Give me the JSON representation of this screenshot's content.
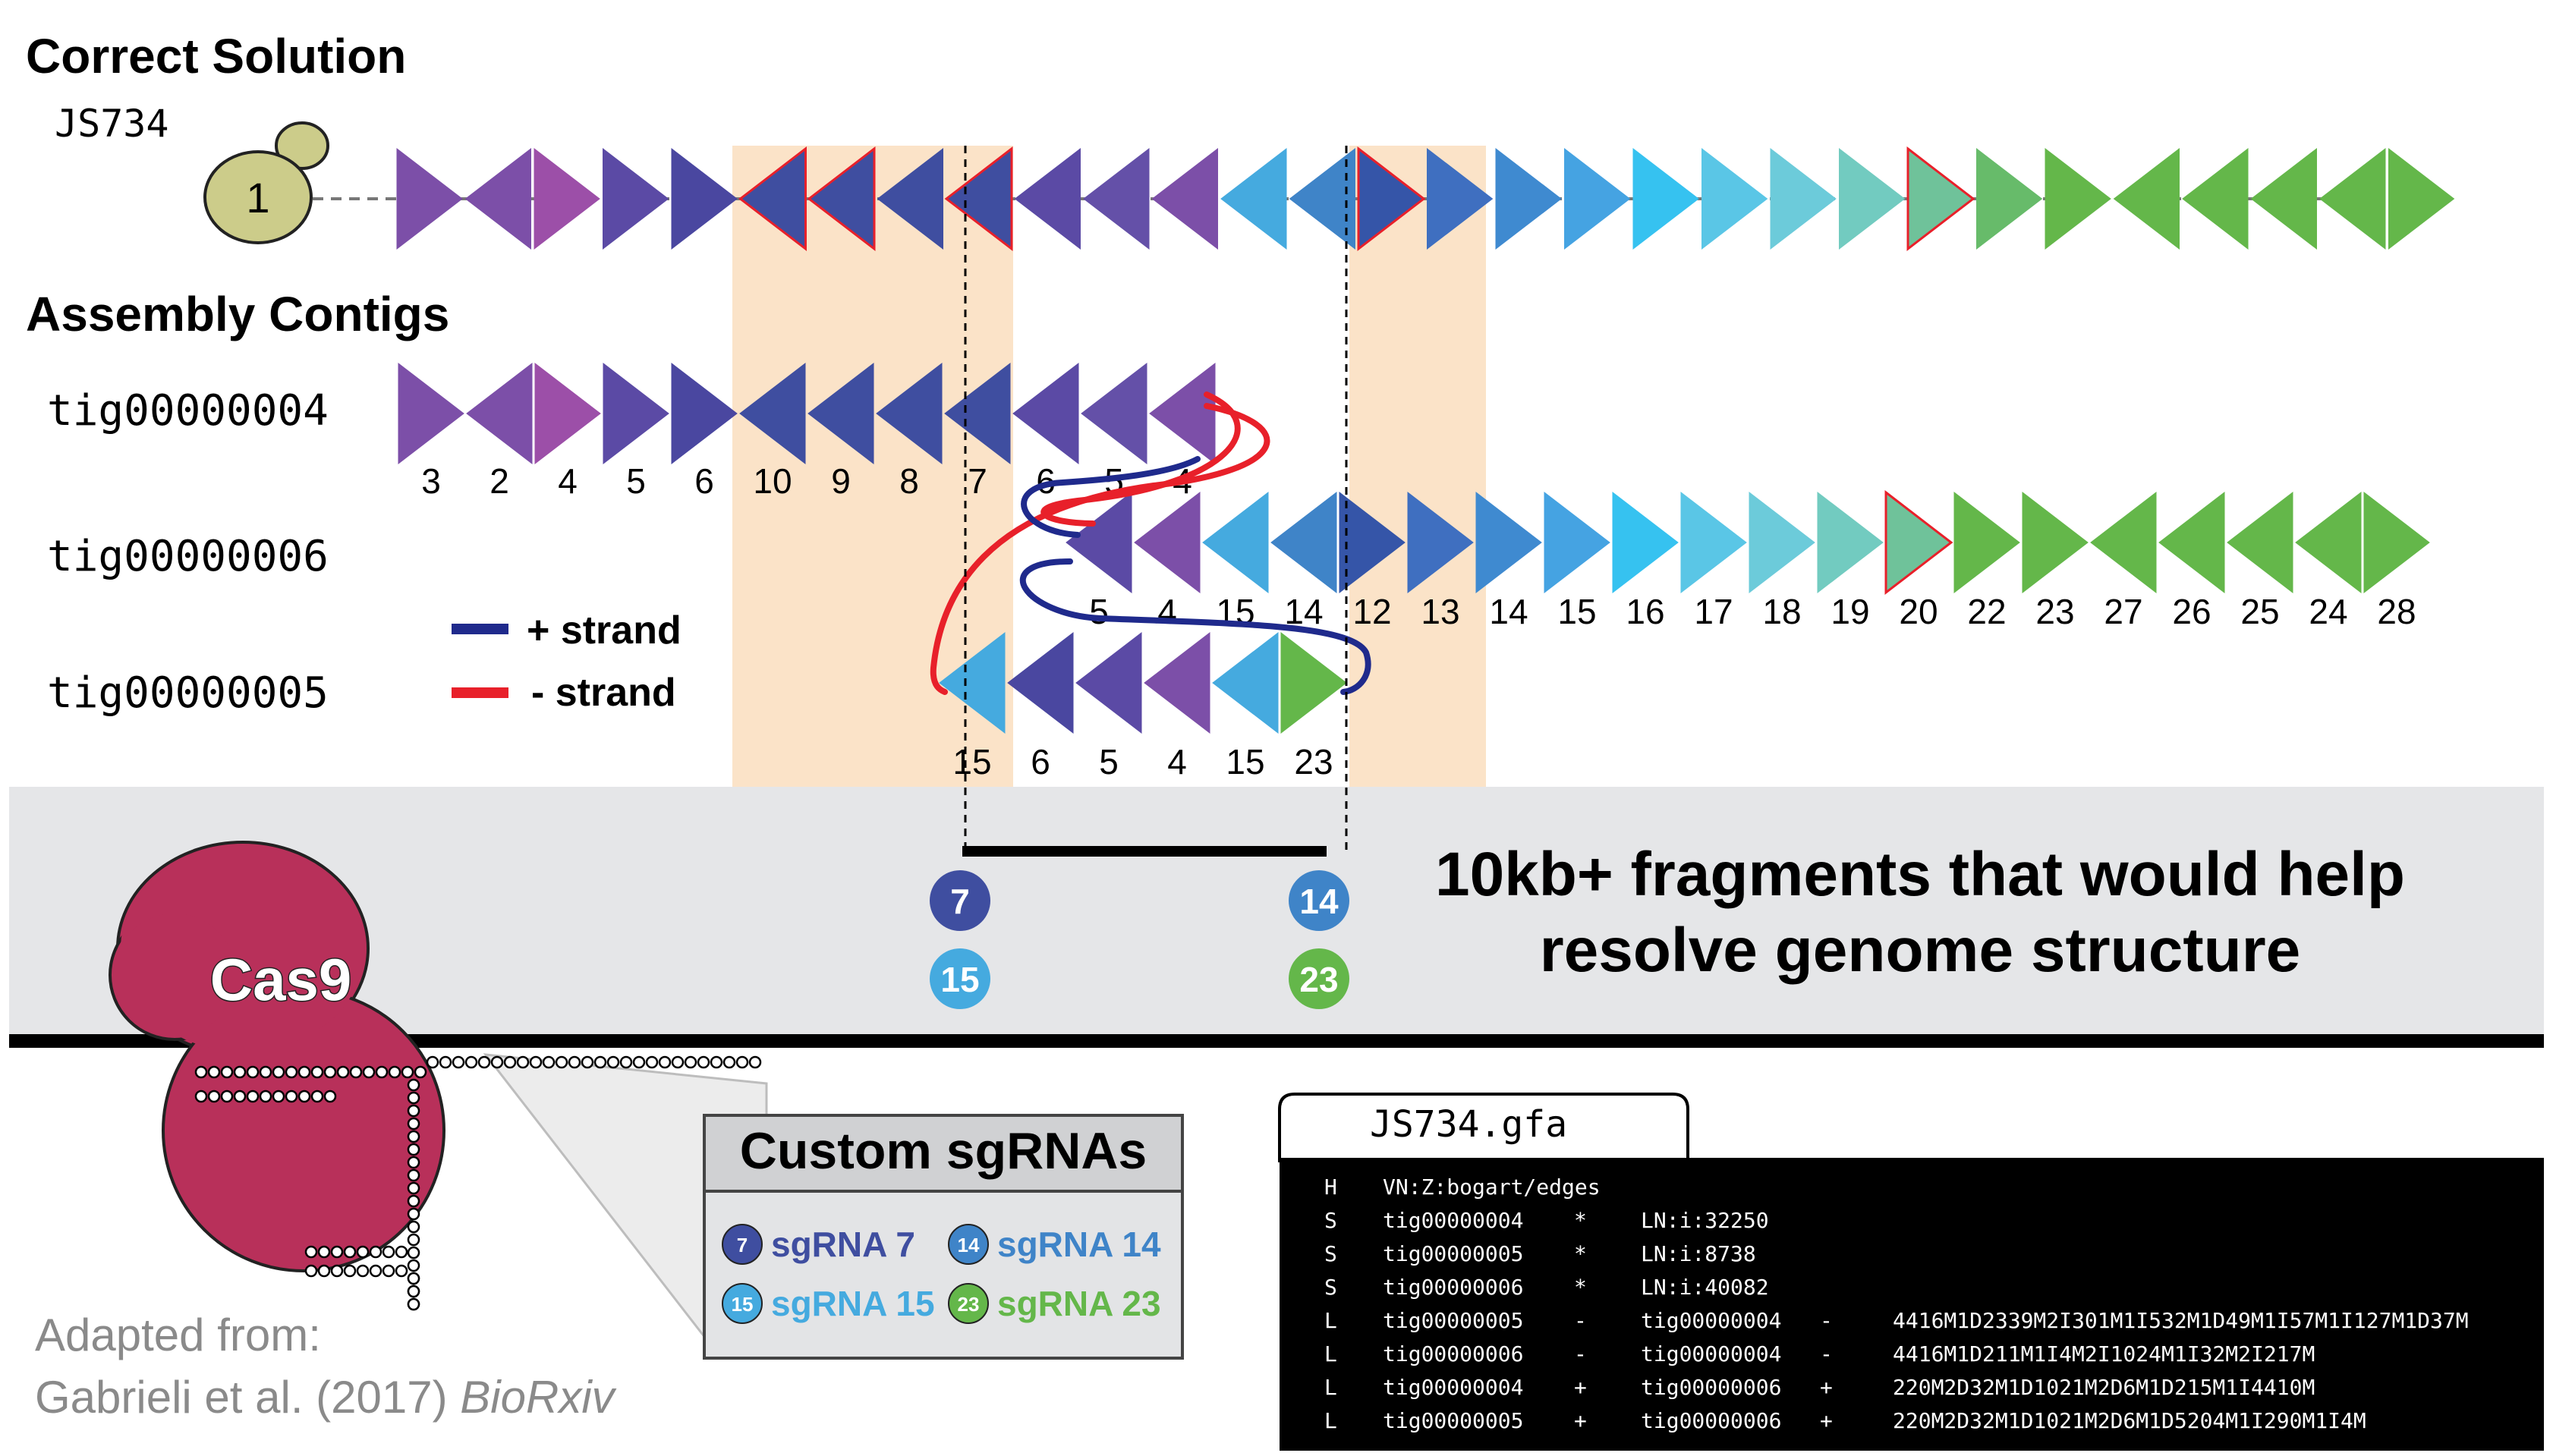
{
  "sections": {
    "correct_solution": "Correct Solution",
    "assembly_contigs": "Assembly Contigs"
  },
  "genome": {
    "name": "JS734",
    "yeast_label": "1",
    "units": [
      {
        "dir": "R",
        "color": "#7c4fa8"
      },
      {
        "dir": "L",
        "color": "#7c4fa8",
        "bb": "#9c4fa8"
      },
      {
        "dir": "R",
        "color": "#9c4fa8",
        "bb": "#7c4fa8"
      },
      {
        "dir": "R",
        "color": "#5b4aa5"
      },
      {
        "dir": "R",
        "color": "#4a47a0"
      },
      {
        "dir": "L",
        "color": "#3f4ea0",
        "stroke": "#e8202a"
      },
      {
        "dir": "L",
        "color": "#3f4ea0",
        "stroke": "#e8202a"
      },
      {
        "dir": "L",
        "color": "#3f4ea0"
      },
      {
        "dir": "L",
        "color": "#3f4ea0",
        "stroke": "#e8202a"
      },
      {
        "dir": "L",
        "color": "#5b4aa5"
      },
      {
        "dir": "L",
        "color": "#6450a8"
      },
      {
        "dir": "L",
        "color": "#7c4fa8"
      },
      {
        "dir": "L",
        "color": "#45aadf"
      },
      {
        "dir": "L",
        "color": "#3f84c8"
      },
      {
        "dir": "R",
        "color": "#3555a8",
        "stroke": "#e8202a"
      },
      {
        "dir": "R",
        "color": "#3f6fc0"
      },
      {
        "dir": "R",
        "color": "#3f8ad0"
      },
      {
        "dir": "R",
        "color": "#45a3e2"
      },
      {
        "dir": "R",
        "color": "#36c2f0"
      },
      {
        "dir": "R",
        "color": "#5ac6e6"
      },
      {
        "dir": "R",
        "color": "#6ccbda"
      },
      {
        "dir": "R",
        "color": "#72cbc0"
      },
      {
        "dir": "R",
        "color": "#6fc29a",
        "stroke": "#e8202a"
      },
      {
        "dir": "R",
        "color": "#67bb6a"
      },
      {
        "dir": "R",
        "color": "#64b74a"
      },
      {
        "dir": "L",
        "color": "#64b74a"
      },
      {
        "dir": "L",
        "color": "#64b74a"
      },
      {
        "dir": "L",
        "color": "#64b74a"
      },
      {
        "dir": "L",
        "color": "#64b74a"
      },
      {
        "dir": "R",
        "color": "#64b74a"
      }
    ]
  },
  "contigs": [
    {
      "name": "tig00000004",
      "units": [
        {
          "dir": "R",
          "color": "#7c4fa8",
          "label": "3"
        },
        {
          "dir": "L",
          "color": "#7c4fa8",
          "bb": "#9c4fa8",
          "label": "2"
        },
        {
          "dir": "R",
          "color": "#9c4fa8",
          "bb": "#7c4fa8",
          "label": "4"
        },
        {
          "dir": "R",
          "color": "#5b4aa5",
          "label": "5"
        },
        {
          "dir": "R",
          "color": "#4a47a0",
          "label": "6"
        },
        {
          "dir": "L",
          "color": "#3f4ea0",
          "label": "10"
        },
        {
          "dir": "L",
          "color": "#3f4ea0",
          "label": "9"
        },
        {
          "dir": "L",
          "color": "#3f4ea0",
          "label": "8"
        },
        {
          "dir": "L",
          "color": "#3f4ea0",
          "label": "7"
        },
        {
          "dir": "L",
          "color": "#5b4aa5",
          "label": "6"
        },
        {
          "dir": "L",
          "color": "#6450a8",
          "label": "5"
        },
        {
          "dir": "L",
          "color": "#7c4fa8",
          "label": "4"
        }
      ]
    },
    {
      "name": "tig00000006",
      "units": [
        {
          "dir": "L",
          "color": "#5b4aa5",
          "label": "5"
        },
        {
          "dir": "L",
          "color": "#7c4fa8",
          "label": "4"
        },
        {
          "dir": "L",
          "color": "#45aadf",
          "label": "15"
        },
        {
          "dir": "L",
          "color": "#3f84c8",
          "label": "14"
        },
        {
          "dir": "R",
          "color": "#3555a8",
          "label": "12"
        },
        {
          "dir": "R",
          "color": "#3f6fc0",
          "label": "13"
        },
        {
          "dir": "R",
          "color": "#3f8ad0",
          "label": "14"
        },
        {
          "dir": "R",
          "color": "#45a3e2",
          "label": "15"
        },
        {
          "dir": "R",
          "color": "#36c2f0",
          "label": "16"
        },
        {
          "dir": "R",
          "color": "#5ac6e6",
          "label": "17"
        },
        {
          "dir": "R",
          "color": "#6ccbda",
          "label": "18"
        },
        {
          "dir": "R",
          "color": "#72cbc0",
          "label": "19"
        },
        {
          "dir": "R",
          "color": "#6fc29a",
          "stroke": "#e8202a",
          "label": "20"
        },
        {
          "dir": "R",
          "color": "#64b74a",
          "label": "22"
        },
        {
          "dir": "R",
          "color": "#64b74a",
          "label": "23"
        },
        {
          "dir": "L",
          "color": "#64b74a",
          "label": "27"
        },
        {
          "dir": "L",
          "color": "#64b74a",
          "label": "26"
        },
        {
          "dir": "L",
          "color": "#64b74a",
          "label": "25"
        },
        {
          "dir": "L",
          "color": "#64b74a",
          "label": "24"
        },
        {
          "dir": "R",
          "color": "#64b74a",
          "label": "28"
        }
      ]
    },
    {
      "name": "tig00000005",
      "units": [
        {
          "dir": "L",
          "color": "#45aadf",
          "label": "15"
        },
        {
          "dir": "L",
          "color": "#4a47a0",
          "label": "6"
        },
        {
          "dir": "L",
          "color": "#5b4aa5",
          "label": "5"
        },
        {
          "dir": "L",
          "color": "#7c4fa8",
          "label": "4"
        },
        {
          "dir": "L",
          "color": "#45aadf",
          "label": "15"
        },
        {
          "dir": "R",
          "color": "#64b74a",
          "label": "23"
        }
      ]
    }
  ],
  "legend": {
    "plus_strand": "+ strand",
    "minus_strand": "- strand",
    "plus_color": "#1f2a8c",
    "minus_color": "#e8202a"
  },
  "band": {
    "message_line1": "10kb+ fragments that would help",
    "message_line2": "resolve genome structure",
    "cut_sites": [
      {
        "label": "7",
        "color": "#3f4ea0"
      },
      {
        "label": "15",
        "color": "#45aadf"
      },
      {
        "label": "14",
        "color": "#3f84c8"
      },
      {
        "label": "23",
        "color": "#64b74a"
      }
    ]
  },
  "cas9": {
    "label": "Cas9",
    "color": "#b8305a"
  },
  "sgrna_box": {
    "title": "Custom sgRNAs",
    "items": [
      {
        "num": "7",
        "label": "sgRNA 7",
        "color": "#3f4ea0",
        "text_color": "#3f4ea0"
      },
      {
        "num": "14",
        "label": "sgRNA 14",
        "color": "#3f84c8",
        "text_color": "#3f84c8"
      },
      {
        "num": "15",
        "label": "sgRNA 15",
        "color": "#45aadf",
        "text_color": "#45aadf"
      },
      {
        "num": "23",
        "label": "sgRNA 23",
        "color": "#64b74a",
        "text_color": "#64b74a"
      }
    ]
  },
  "attribution": {
    "line1": "Adapted from:",
    "line2_plain": "Gabrieli et al. (2017) ",
    "line2_italic": "BioRxiv"
  },
  "gfa": {
    "tab_title": "JS734.gfa",
    "lines": [
      [
        "H",
        "VN:Z:bogart/edges",
        "",
        "",
        ""
      ],
      [
        "S",
        "tig00000004",
        "*",
        "LN:i:32250",
        "",
        ""
      ],
      [
        "S",
        "tig00000005",
        "*",
        "LN:i:8738",
        "",
        ""
      ],
      [
        "S",
        "tig00000006",
        "*",
        "LN:i:40082",
        "",
        ""
      ],
      [
        "L",
        "tig00000005",
        "-",
        "tig00000004",
        "-",
        "4416M1D2339M2I301M1I532M1D49M1I57M1I127M1D37M"
      ],
      [
        "L",
        "tig00000006",
        "-",
        "tig00000004",
        "-",
        "4416M1D211M1I4M2I1024M1I32M2I217M"
      ],
      [
        "L",
        "tig00000004",
        "+",
        "tig00000006",
        "+",
        "220M2D32M1D1021M2D6M1D215M1I4410M"
      ],
      [
        "L",
        "tig00000005",
        "+",
        "tig00000006",
        "+",
        "220M2D32M1D1021M2D6M1D5204M1I290M1I4M"
      ]
    ]
  }
}
